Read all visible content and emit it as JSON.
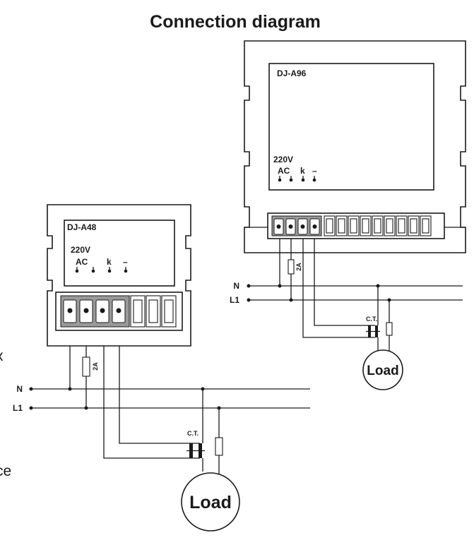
{
  "title": "Connection diagram",
  "lines": {
    "neutral": "N",
    "live": "L1"
  },
  "meters": [
    {
      "model": "DJ-A96",
      "supply": "220V",
      "terminals": [
        "AC",
        "k",
        "–"
      ]
    },
    {
      "model": "DJ-A48",
      "supply": "220V",
      "terminals": [
        "AC",
        "k",
        "–"
      ]
    }
  ],
  "fuse_label": "2A",
  "ct_label": "C.T.",
  "load_label": "Load",
  "edge_text": [
    "x",
    "ce"
  ]
}
